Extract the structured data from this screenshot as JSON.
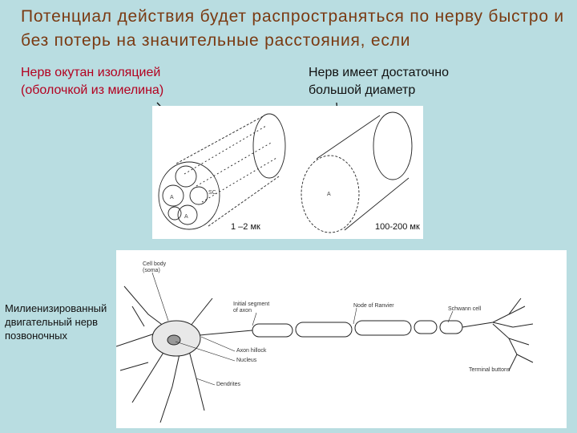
{
  "slide": {
    "title": "Потенциал действия будет распространяться по нерву быстро и без потерь на значительные расстояния, если",
    "label_myelin": "Нерв окутан изоляцией\n(оболочкой из миелина)",
    "label_diameter": "Нерв имеет достаточно\nбольшой диаметр",
    "label_side": "Милиенизированный\nдвигательный нерв\nпозвоночных",
    "dim_small": "1 –2 мк",
    "dim_large": "100-200 мк"
  },
  "neuron_labels": {
    "cell_body": "Cell body\n(soma)",
    "initial_segment": "Initial segment\nof axon",
    "axon_hillock": "Axon hillock",
    "nucleus": "Nucleus",
    "dendrites": "Dendrites",
    "node_of_ranvier": "Node of Ranvier",
    "schwann_cell": "Schwann cell",
    "terminal_buttons": "Terminal buttons"
  },
  "colors": {
    "background": "#b9dde1",
    "title": "#7a3a12",
    "emphasis": "#b3001f"
  }
}
